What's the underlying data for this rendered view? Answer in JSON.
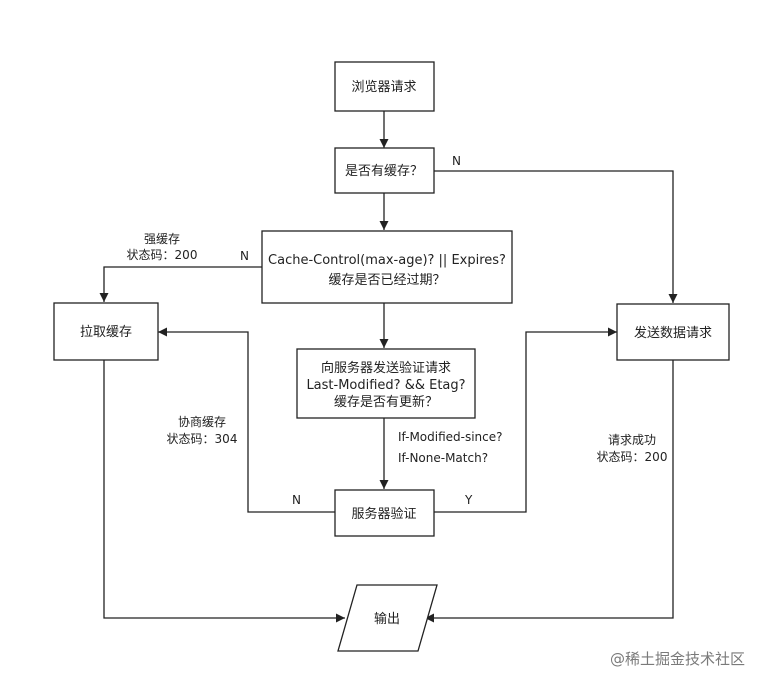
{
  "nodes": {
    "browser_request": "浏览器请求",
    "has_cache": "是否有缓存？",
    "cache_control_line1": "Cache-Control(max-age)? || Expires?",
    "cache_control_line2": "缓存是否已经过期？",
    "pull_cache": "拉取缓存",
    "send_request": "发送数据请求",
    "validate_line1": "向服务器发送验证请求",
    "validate_line2": "Last-Modified? && Etag?",
    "validate_line3": "缓存是否有更新？",
    "server_validate": "服务器验证",
    "output": "输出"
  },
  "edge_labels": {
    "no_cache": "N",
    "strong_cache_line1": "强缓存",
    "strong_cache_line2": "状态码：200",
    "strong_cache_n": "N",
    "if_modified_since": "If-Modified-since?",
    "if_none_match": "If-None-Match?",
    "negotiated_line1": "协商缓存",
    "negotiated_line2": "状态码：304",
    "negotiated_n": "N",
    "validated_y": "Y",
    "success_line1": "请求成功",
    "success_line2": "状态码：200"
  },
  "watermark": "@稀土掘金技术社区"
}
